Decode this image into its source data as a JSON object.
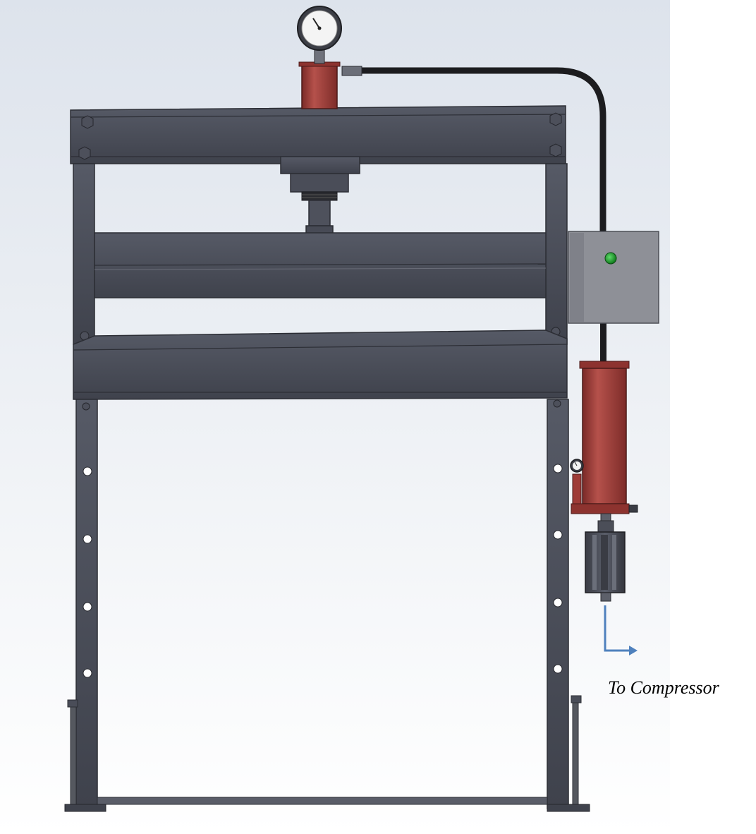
{
  "annotation": {
    "compressor_label": "To Compressor",
    "arrow_color": "#4f81bd"
  },
  "components": {
    "frame": "steel-frame",
    "top_cylinder": "hydraulic-cylinder",
    "pressure_gauge": "pressure-gauge-icon",
    "hose": "hydraulic-hose",
    "control_box": "control-box",
    "indicator_lamp": "green-indicator-lamp",
    "pump": "air-hydraulic-pump",
    "pump_gauge": "pump-gauge-icon",
    "air_filter": "air-filter"
  },
  "colors": {
    "frame": "#4a4d58",
    "frame_dark": "#33353e",
    "cylinder": "#9e3b37",
    "indicator": "#1e9e2e",
    "background_top": "#dfe5ee",
    "background_bottom": "#ffffff"
  }
}
